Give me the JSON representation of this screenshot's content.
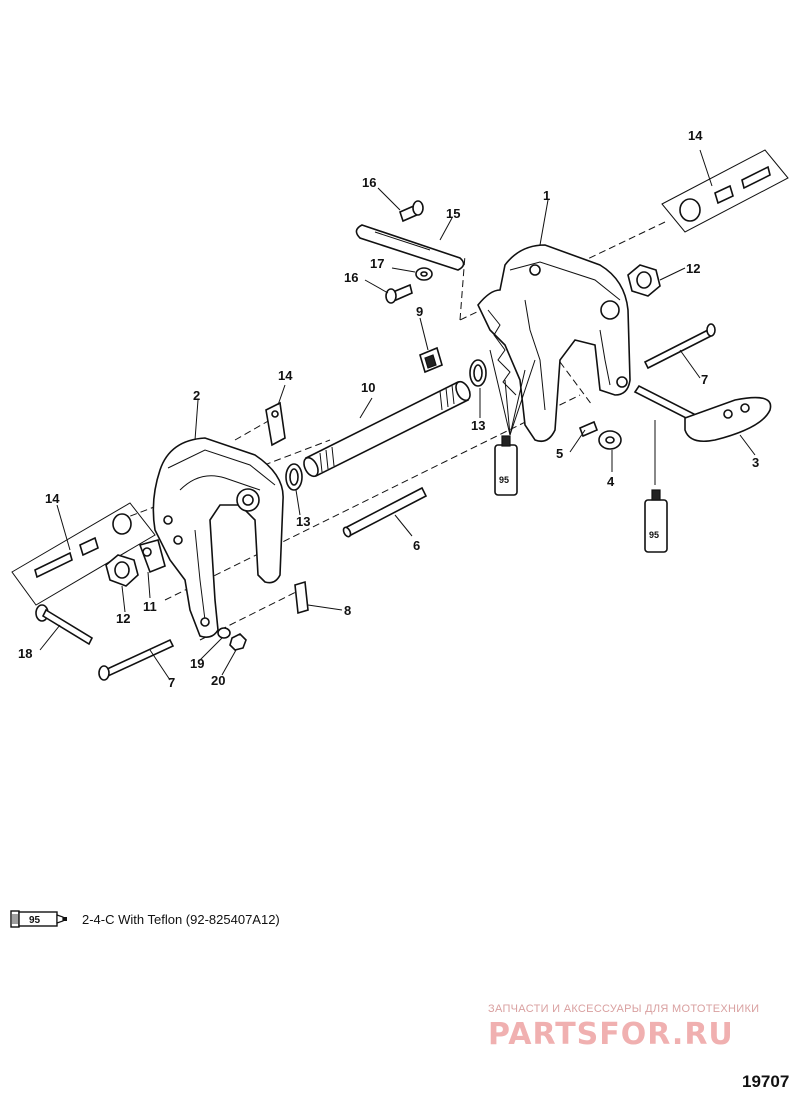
{
  "callouts": [
    {
      "id": "c1",
      "text": "1"
    },
    {
      "id": "c2",
      "text": "2"
    },
    {
      "id": "c3",
      "text": "3"
    },
    {
      "id": "c4",
      "text": "4"
    },
    {
      "id": "c5",
      "text": "5"
    },
    {
      "id": "c6",
      "text": "6"
    },
    {
      "id": "c7a",
      "text": "7"
    },
    {
      "id": "c7b",
      "text": "7"
    },
    {
      "id": "c8",
      "text": "8"
    },
    {
      "id": "c9",
      "text": "9"
    },
    {
      "id": "c10",
      "text": "10"
    },
    {
      "id": "c11",
      "text": "11"
    },
    {
      "id": "c12a",
      "text": "12"
    },
    {
      "id": "c12b",
      "text": "12"
    },
    {
      "id": "c13a",
      "text": "13"
    },
    {
      "id": "c13b",
      "text": "13"
    },
    {
      "id": "c14a",
      "text": "14"
    },
    {
      "id": "c14b",
      "text": "14"
    },
    {
      "id": "c14c",
      "text": "14"
    },
    {
      "id": "c15",
      "text": "15"
    },
    {
      "id": "c16a",
      "text": "16"
    },
    {
      "id": "c16b",
      "text": "16"
    },
    {
      "id": "c17",
      "text": "17"
    },
    {
      "id": "c18",
      "text": "18"
    },
    {
      "id": "c19",
      "text": "19"
    },
    {
      "id": "c20",
      "text": "20"
    }
  ],
  "tube_label": "95",
  "legend": {
    "tube_label": "95",
    "text": "2-4-C  With Teflon (92-825407A12)"
  },
  "watermark": {
    "tagline": "ЗАПЧАСТИ И АКСЕССУАРЫ ДЛЯ МОТОТЕХНИКИ",
    "brand": "PARTSFOR.RU"
  },
  "drawing_number": "19707"
}
